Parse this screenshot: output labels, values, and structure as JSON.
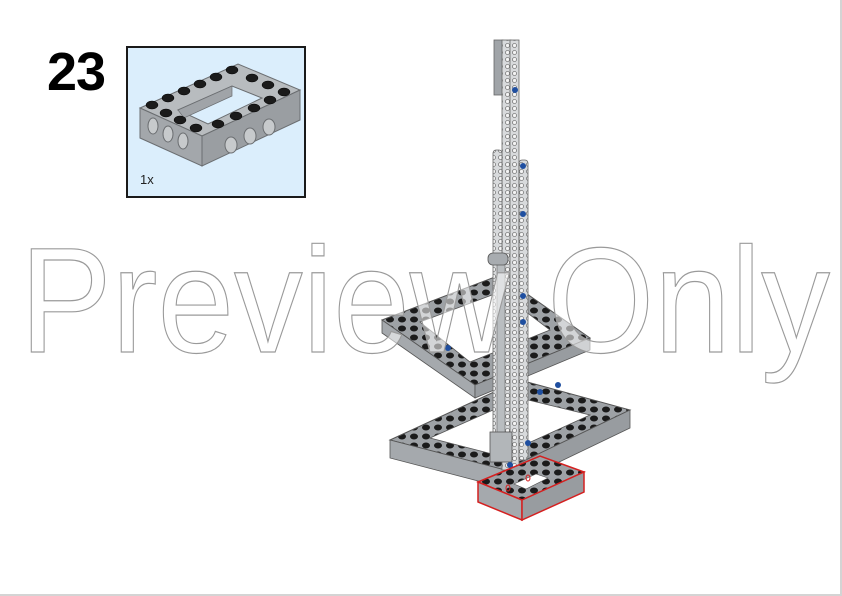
{
  "page": {
    "step_number": "23",
    "callout": {
      "part_name": "technic-brick-4x6-open-center",
      "quantity": "1x",
      "background_color": "#dbeefc",
      "border_color": "#1a1a1a"
    },
    "model": {
      "description": "technic tower assembly with highlighted new part",
      "highlight_color": "#d42020",
      "part_color": "#a9adb1",
      "stud_color": "#1b1b1b",
      "pin_color": "#1f4fa0"
    },
    "watermark": {
      "text": "Preview Only",
      "stroke_color": "#9a9a9a"
    }
  }
}
